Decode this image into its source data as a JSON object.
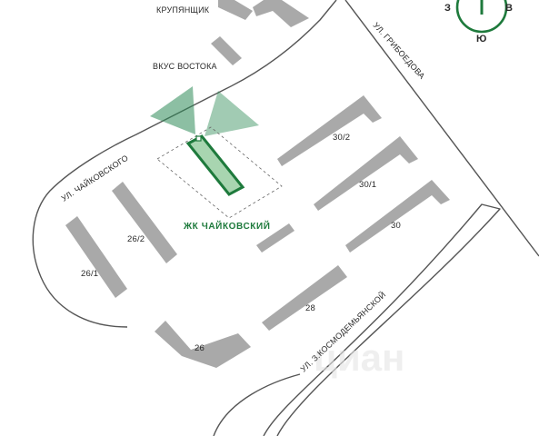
{
  "map": {
    "places": {
      "krupyanshchik": "КРУПЯНЩИК",
      "vkus_vostoka": "ВКУС ВОСТОКА"
    },
    "streets": {
      "chaikovskogo": "УЛ. ЧАЙКОВСКОГО",
      "griboedova": "УЛ. ГРИБОЕДОВА",
      "kosmodemyanskoy": "УЛ. З.КОСМОДЕМЬЯНСКОЙ"
    },
    "complex_label": "ЖК ЧАЙКОВСКИЙ",
    "house_numbers": [
      "30/2",
      "30/1",
      "30",
      "28",
      "26",
      "26/2",
      "26/1"
    ],
    "compass": {
      "west": "З",
      "east": "В",
      "south": "Ю"
    },
    "watermark": "циан",
    "colors": {
      "building": "#a9a9a9",
      "complex": "#1e7a3c",
      "complex_fill": "#a8d5b0",
      "road": "#555555",
      "view_cone": "#2e8b57"
    }
  }
}
